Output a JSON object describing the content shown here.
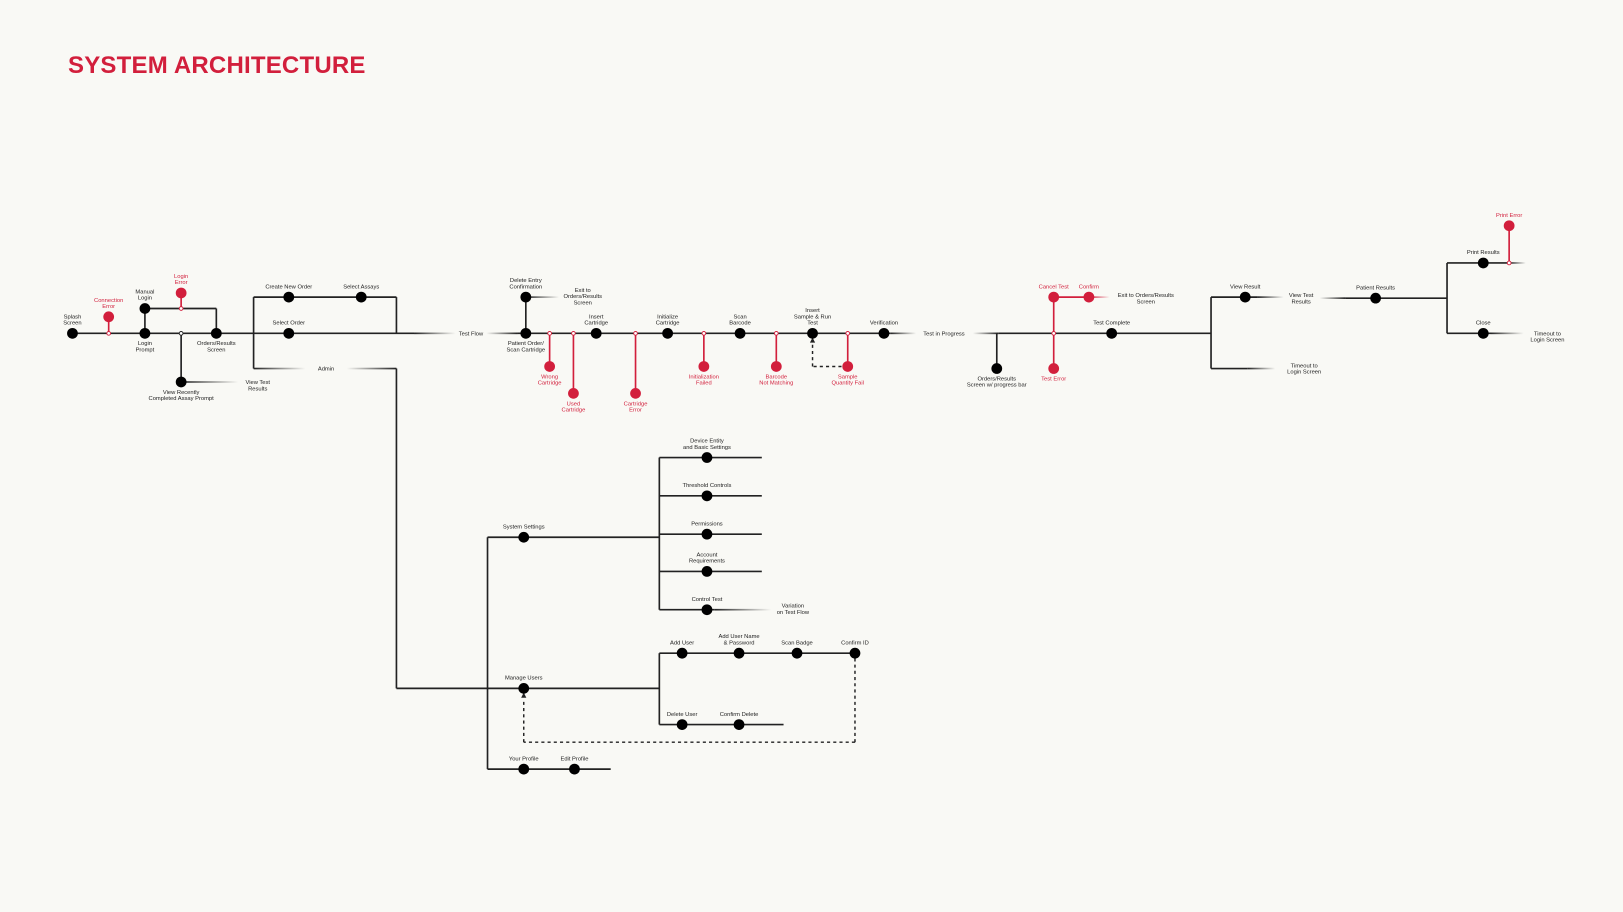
{
  "title": "SYSTEM ARCHITECTURE",
  "colors": {
    "accent": "#d21f3c",
    "line": "#222222",
    "background": "#f9f9f5"
  },
  "nodes": {
    "splash": [
      "Splash",
      "Screen"
    ],
    "connection_error": [
      "Connection",
      "Error"
    ],
    "manual_login": [
      "Manual",
      "Login"
    ],
    "login_prompt": [
      "Login",
      "Prompt"
    ],
    "login_error": [
      "Login",
      "Error"
    ],
    "orders_results": [
      "Orders/Results",
      "Screen"
    ],
    "view_recent": [
      "View Recently",
      "Completed Assay Prompt"
    ],
    "view_test_results_1": [
      "View Test",
      "Results"
    ],
    "create_order": [
      "Create New Order"
    ],
    "select_assays": [
      "Select Assays"
    ],
    "select_order": [
      "Select Order"
    ],
    "admin": [
      "Admin"
    ],
    "test_flow": [
      "Test Flow"
    ],
    "delete_entry": [
      "Delete Entry",
      "Confirmation"
    ],
    "exit_orders_1": [
      "Exit to",
      "Orders/Results",
      "Screen"
    ],
    "patient_order": [
      "Patient Order/",
      "Scan Cartridge"
    ],
    "wrong_cartridge": [
      "Wrong",
      "Cartridge"
    ],
    "used_cartridge": [
      "Used",
      "Cartridge"
    ],
    "insert_cartridge": [
      "Insert",
      "Cartridge"
    ],
    "cartridge_error": [
      "Cartridge",
      "Error"
    ],
    "initialize_cartridge": [
      "Initialize",
      "Cartridge"
    ],
    "init_failed": [
      "Initialization",
      "Failed"
    ],
    "scan_barcode": [
      "Scan",
      "Barcode"
    ],
    "barcode_mismatch": [
      "Barcode",
      "Not Matching"
    ],
    "insert_sample": [
      "Insert",
      "Sample & Run",
      "Test"
    ],
    "sample_fail": [
      "Sample",
      "Quantity Fail"
    ],
    "verification": [
      "Verification"
    ],
    "test_in_progress": [
      "Test in Progress"
    ],
    "orders_progress": [
      "Orders/Results",
      "Screen w/ progress bar"
    ],
    "cancel_test": [
      "Cancel Test"
    ],
    "confirm": [
      "Confirm"
    ],
    "exit_orders_2": [
      "Exit to Orders/Results",
      "Screen"
    ],
    "test_error": [
      "Test Error"
    ],
    "test_complete": [
      "Test Complete"
    ],
    "view_result": [
      "View Result"
    ],
    "view_test_results_2": [
      "View Test",
      "Results"
    ],
    "timeout_1": [
      "Timeout to",
      "Login Screen"
    ],
    "patient_results": [
      "Patient Results"
    ],
    "print_results": [
      "Print Results"
    ],
    "print_error": [
      "Print Error"
    ],
    "close": [
      "Close"
    ],
    "timeout_2": [
      "Timeout to",
      "Login Screen"
    ],
    "system_settings": [
      "System Settings"
    ],
    "device_entity": [
      "Device Entity",
      "and Basic Settings"
    ],
    "threshold_controls": [
      "Threshold Controls"
    ],
    "permissions": [
      "Permissions"
    ],
    "account_requirements": [
      "Account",
      "Requirements"
    ],
    "control_test": [
      "Control Test"
    ],
    "variation": [
      "Variation",
      "on Test Flow"
    ],
    "manage_users": [
      "Manage Users"
    ],
    "add_user": [
      "Add User"
    ],
    "add_user_name": [
      "Add User Name",
      "& Password"
    ],
    "scan_badge": [
      "Scan Badge"
    ],
    "confirm_id": [
      "Confirm ID"
    ],
    "delete_user": [
      "Delete User"
    ],
    "confirm_delete": [
      "Confirm Delete"
    ],
    "your_profile": [
      "Your Profile"
    ],
    "edit_profile": [
      "Edit Profile"
    ]
  }
}
